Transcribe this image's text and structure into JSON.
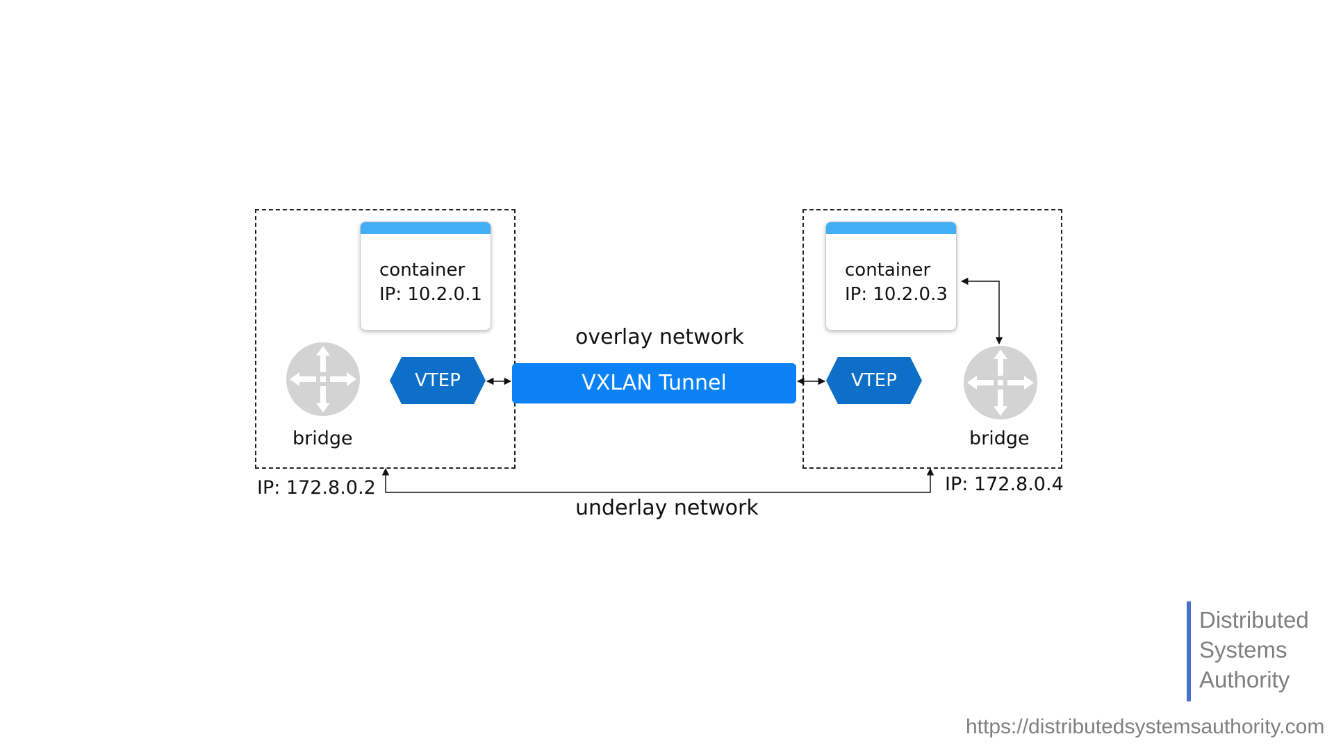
{
  "left_host": {
    "container_label": "container",
    "container_ip": "IP: 10.2.0.1",
    "vtep_label": "VTEP",
    "bridge_label": "bridge",
    "host_ip": "IP: 172.8.0.2"
  },
  "right_host": {
    "container_label": "container",
    "container_ip": "IP: 10.2.0.3",
    "vtep_label": "VTEP",
    "bridge_label": "bridge",
    "host_ip": "IP: 172.8.0.4"
  },
  "tunnel_label": "VXLAN Tunnel",
  "overlay_label": "overlay network",
  "underlay_label": "underlay network",
  "branding": {
    "line1": "Distributed",
    "line2": "Systems",
    "line3": "Authority",
    "url": "https://distributedsystemsauthority.com"
  },
  "colors": {
    "tunnel": "#0a82f5",
    "vtep": "#0d6fc7",
    "container_header": "#41aef5",
    "router": "#d3d3d3",
    "brand_bar": "#4472c4"
  },
  "icons": {
    "router": "router-icon",
    "vtep": "hexagon-shape"
  }
}
